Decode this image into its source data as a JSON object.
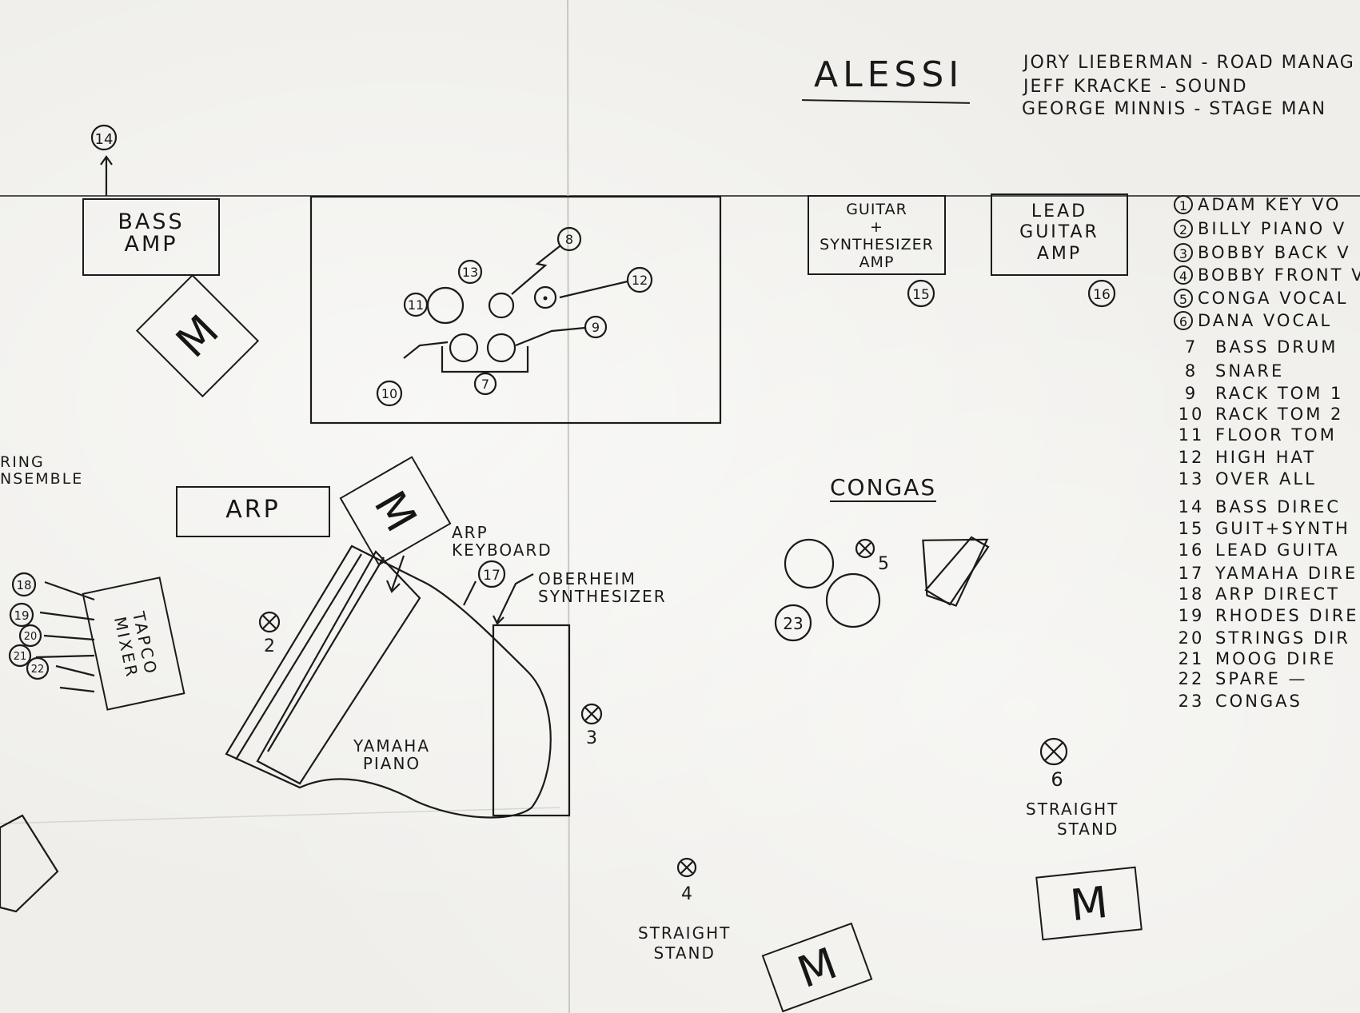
{
  "title": "ALESSI",
  "crew": [
    "JORY LIEBERMAN - ROAD MANAG",
    "JEFF KRACKE - SOUND",
    "GEORGE MINNIS - STAGE MAN"
  ],
  "stage": {
    "bass_amp": "BASS\nAMP",
    "guitar_synth_amp": "GUITAR\n+\nSYNTHESIZER\nAMP",
    "lead_guitar_amp": "LEAD\nGUITAR\nAMP",
    "arp": "ARP",
    "arp_keyboard": "ARP\nKEYBOARD",
    "oberheim": "OBERHEIM\nSYNTHESIZER",
    "yamaha_piano": "YAMAHA\nPIANO",
    "tapco_mixer": "TAPCO\nMIXER",
    "string_ensemble": "RING\nNSEMBLE",
    "congas": "CONGAS",
    "straight_stand_4": "STRAIGHT\nSTAND",
    "straight_stand_6": "STRAIGHT\nSTAND",
    "monitor": "M"
  },
  "markers": {
    "m14": "14",
    "m15": "15",
    "m16": "16",
    "m17": "17",
    "m18": "18",
    "m19": "19",
    "m20": "20",
    "m21": "21",
    "m22": "22",
    "m23": "23",
    "m7": "7",
    "m8": "8",
    "m9": "9",
    "m10": "10",
    "m11": "11",
    "m12": "12",
    "m13": "13",
    "s2": "2",
    "s3": "3",
    "s4": "4",
    "s5": "5",
    "s6": "6"
  },
  "legend": [
    "ADAM KEY VO",
    "BILLY PIANO V",
    "BOBBY BACK V",
    "BOBBY FRONT V",
    "CONGA VOCAL",
    "DANA VOCAL",
    "BASS DRUM",
    "SNARE",
    "RACK TOM 1",
    "RACK TOM 2",
    "FLOOR TOM",
    "HIGH HAT",
    "OVER ALL",
    "BASS DIREC",
    "GUIT+SYNTH",
    "LEAD GUITA",
    "YAMAHA DIRE",
    "ARP DIRECT",
    "RHODES DIRE",
    "STRINGS DIR",
    "MOOG DIRE",
    "SPARE —",
    "CONGAS"
  ],
  "legend_numbers": [
    "1",
    "2",
    "3",
    "4",
    "5",
    "6",
    "7",
    "8",
    "9",
    "10",
    "11",
    "12",
    "13",
    "14",
    "15",
    "16",
    "17",
    "18",
    "19",
    "20",
    "21",
    "22",
    "23"
  ]
}
